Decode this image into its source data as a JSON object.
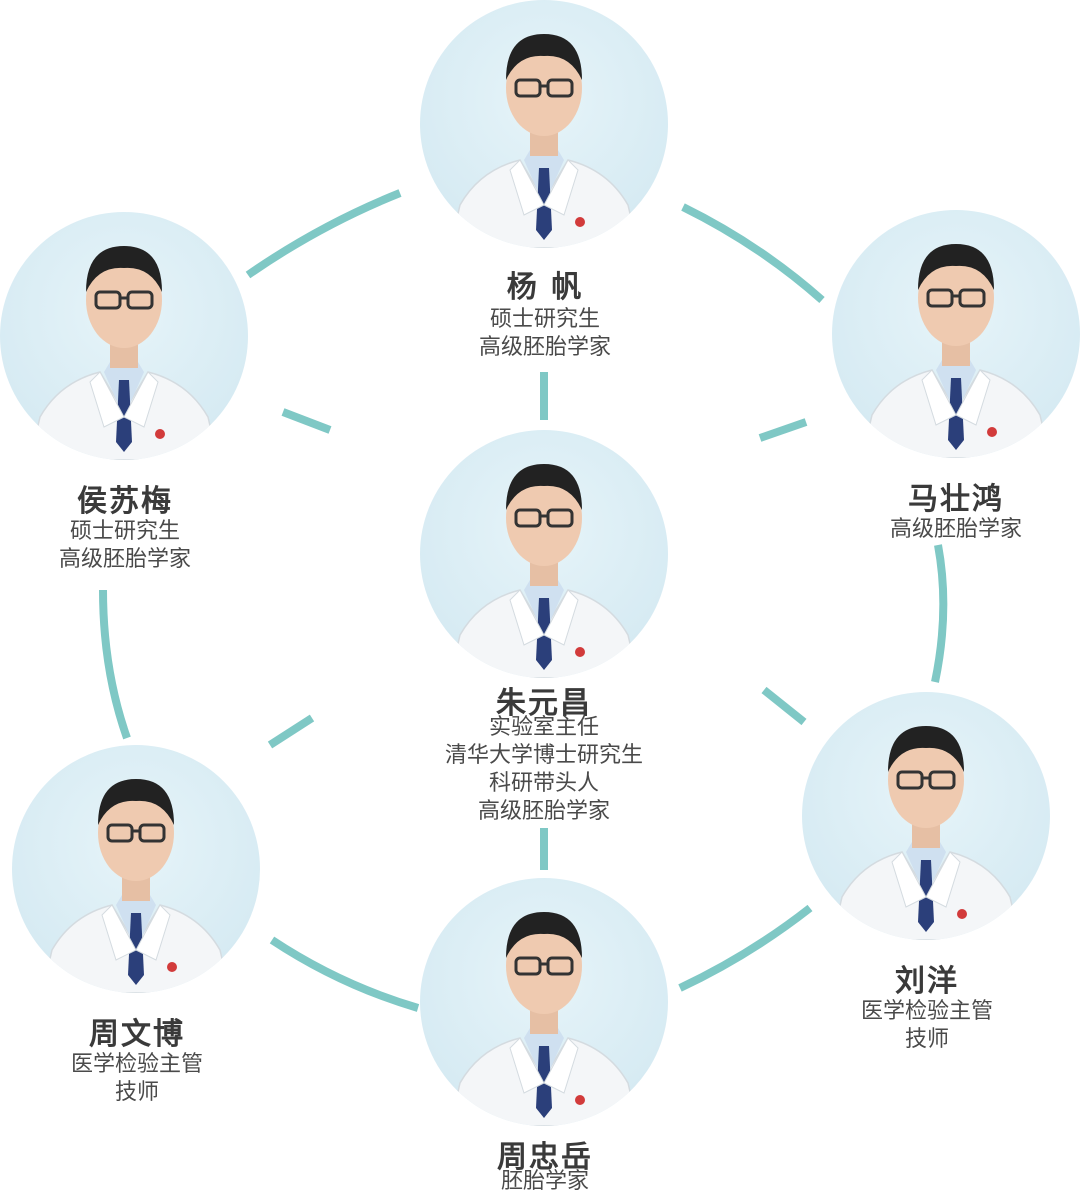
{
  "colors": {
    "connector": "#7fc8c5",
    "photo_bg": "#d9ecf4",
    "name_text": "#3a3a3a",
    "title_text": "#4a4a4a"
  },
  "members": [
    {
      "id": "yang-fan",
      "name": "杨  帆",
      "titles": [
        "硕士研究生",
        "高级胚胎学家"
      ]
    },
    {
      "id": "hou-sumei",
      "name": "侯苏梅",
      "titles": [
        "硕士研究生",
        "高级胚胎学家"
      ]
    },
    {
      "id": "ma-zhuanghong",
      "name": "马壮鸿",
      "titles": [
        "高级胚胎学家"
      ]
    },
    {
      "id": "zhu-yuanchang",
      "name": "朱元昌",
      "titles": [
        "实验室主任",
        "清华大学博士研究生",
        "科研带头人",
        "高级胚胎学家"
      ]
    },
    {
      "id": "zhou-wenbo",
      "name": "周文博",
      "titles": [
        "医学检验主管",
        "技师"
      ]
    },
    {
      "id": "liu-yang",
      "name": "刘洋",
      "titles": [
        "医学检验主管",
        "技师"
      ]
    },
    {
      "id": "zhou-zhongyue",
      "name": "周忠岳",
      "titles": [
        "胚胎学家"
      ]
    }
  ]
}
